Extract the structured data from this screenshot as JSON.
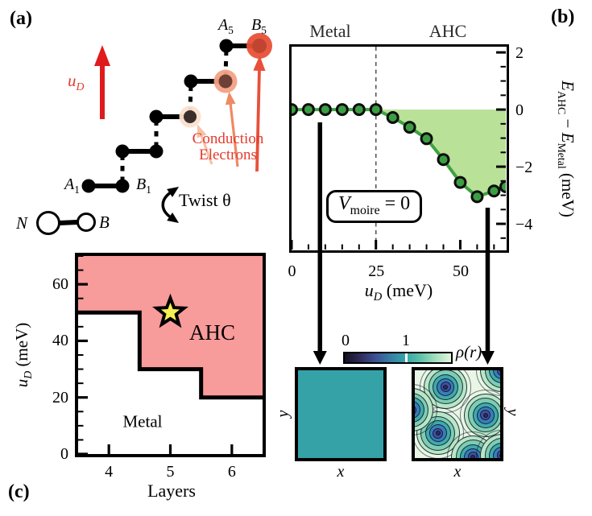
{
  "figure": {
    "panel_a": {
      "label": "(a)",
      "field_label": {
        "base": "u",
        "sub": "D"
      },
      "sites": {
        "A5": {
          "base": "A",
          "sub": "5"
        },
        "B5": {
          "base": "B",
          "sub": "5"
        },
        "A1": {
          "base": "A",
          "sub": "1"
        },
        "B1": {
          "base": "B",
          "sub": "1"
        }
      },
      "conduction_label": {
        "line1": "Conduction",
        "line2": "Electrons"
      },
      "twist_label": "Twist θ",
      "legend": {
        "left_atom": "N",
        "right_atom": "B"
      },
      "colors": {
        "field_arrow": "#e01b1d",
        "label_red": "#e43b2e",
        "b5_outer": "#e85038",
        "b5_inner": "#bf4530",
        "b4_halo": "#f2a183",
        "b4_inner": "#6e4036",
        "b3_halo": "#fbe0cd",
        "b3_inner": "#3a2f2b"
      }
    },
    "panel_b": {
      "label": "(b)"
    },
    "panel_c": {
      "label": "(c)"
    }
  },
  "chart_data": [
    {
      "id": "energy_difference_vs_displacement_field",
      "type": "line",
      "x": [
        0,
        5,
        10,
        15,
        20,
        25,
        30,
        35,
        40,
        45,
        50,
        55,
        60,
        63.5
      ],
      "y": [
        0,
        0,
        0,
        0,
        0,
        0,
        -0.28,
        -0.62,
        -1.02,
        -1.75,
        -2.55,
        -3.05,
        -2.85,
        -2.7
      ],
      "xlabel": {
        "base": "u",
        "sub": "D",
        "unit": " (meV)"
      },
      "ylabel": {
        "e1": "E",
        "s1": "AHC",
        "minus": " − ",
        "e2": "E",
        "s2": "Metal",
        "unit": " (meV)"
      },
      "xlim": [
        0,
        63.5
      ],
      "ylim": [
        -4.9,
        2.2
      ],
      "xticks": [
        0,
        25,
        50
      ],
      "xticklabels": [
        "0",
        "25",
        "50"
      ],
      "yticks": [
        2,
        0,
        -2,
        -4
      ],
      "yticklabels": [
        "2",
        "0",
        "−2",
        "−4"
      ],
      "x_minor_step": 5,
      "y_minor_step": 0.5,
      "phase_boundary_x": 25,
      "region_labels": [
        "Metal",
        "AHC"
      ],
      "annotation": {
        "v": "V",
        "sub": "moire",
        "rest": " = 0"
      },
      "arrow_marker_uD": [
        8.3,
        58
      ],
      "colors": {
        "line": "#3fa142",
        "marker": "#3b9e42",
        "marker_edge": "#0d0d0d",
        "fill": "#b9e197",
        "dashed": "#555555"
      }
    },
    {
      "id": "phase_diagram",
      "type": "step-region",
      "xlabel": "Layers",
      "ylabel": {
        "base": "u",
        "sub": "D",
        "unit": " (meV)"
      },
      "xlim": [
        3.5,
        6.5
      ],
      "ylim": [
        0,
        70
      ],
      "xticks": [
        4,
        5,
        6
      ],
      "xticklabels": [
        "4",
        "5",
        "6"
      ],
      "yticks": [
        0,
        20,
        40,
        60
      ],
      "yticklabels": [
        "0",
        "20",
        "40",
        "60"
      ],
      "y_minor_step": 5,
      "boundary_steps": [
        {
          "layers": [
            3.5,
            4.5
          ],
          "uD": 50
        },
        {
          "layers": [
            4.5,
            5.5
          ],
          "uD": 30
        },
        {
          "layers": [
            5.5,
            6.5
          ],
          "uD": 20
        }
      ],
      "phases": {
        "upper": "AHC",
        "lower": "Metal"
      },
      "star_marker": {
        "x": 5,
        "y": 50
      },
      "colors": {
        "ahc_fill": "#f89b9b",
        "metal_fill": "#ffffff",
        "star": "#f6ef53",
        "boundary": "#000000"
      }
    },
    {
      "id": "charge_density_maps",
      "type": "heatmap",
      "colorbar": {
        "ticklabels": [
          "0",
          "1"
        ],
        "tick_fraction": 0.57,
        "label": "ρ(r)",
        "gradient": [
          "#151020",
          "#2e2a58",
          "#3c4f93",
          "#357fa4",
          "#36a5a9",
          "#5fc2a8",
          "#a5dfc0",
          "#e4f6dc"
        ]
      },
      "maps": [
        {
          "name": "metal_uniform_density",
          "xlabel": "x",
          "ylabel": "y",
          "uniform_color": "#35a2a8"
        },
        {
          "name": "ahc_electron_crystal",
          "xlabel": "x",
          "ylabel": "y",
          "background": "#e9f6e6",
          "blob_centers": [
            [
              0.36,
              0.19
            ],
            [
              1.02,
              0.0
            ],
            [
              0.83,
              0.51
            ],
            [
              0.27,
              0.72
            ],
            [
              0.68,
              0.99
            ],
            [
              -0.04,
              0.45
            ],
            [
              1.02,
              0.97
            ]
          ],
          "ring_colors": [
            "#b9e6c6",
            "#7fccb4",
            "#3fa9ab",
            "#3a7cba",
            "#424f9f",
            "#2b2a5e"
          ]
        }
      ]
    }
  ]
}
